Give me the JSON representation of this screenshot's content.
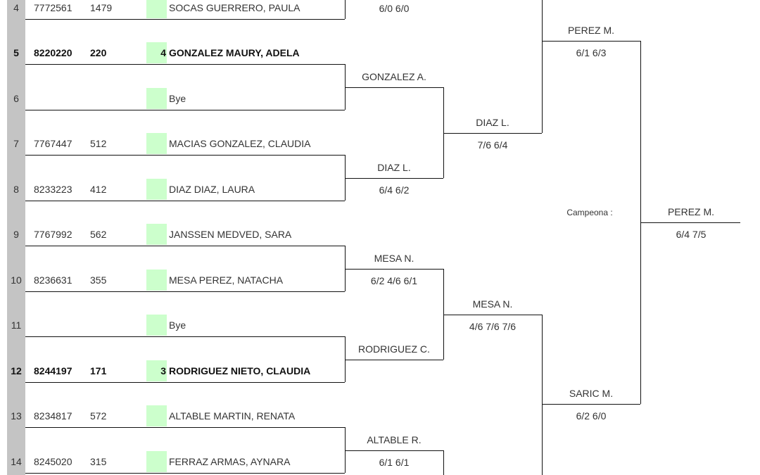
{
  "draw": {
    "players": [
      {
        "num": "4",
        "license": "7772561",
        "ranking": "1479",
        "seed": "",
        "name": "SOCAS GUERRERO, PAULA",
        "bold": false
      },
      {
        "num": "5",
        "license": "8220220",
        "ranking": "220",
        "seed": "4",
        "name": "GONZALEZ MAURY, ADELA",
        "bold": true
      },
      {
        "num": "6",
        "license": "",
        "ranking": "",
        "seed": "",
        "name": "Bye",
        "bold": false
      },
      {
        "num": "7",
        "license": "7767447",
        "ranking": "512",
        "seed": "",
        "name": "MACIAS GONZALEZ, CLAUDIA",
        "bold": false
      },
      {
        "num": "8",
        "license": "8233223",
        "ranking": "412",
        "seed": "",
        "name": "DIAZ DIAZ, LAURA",
        "bold": false
      },
      {
        "num": "9",
        "license": "7767992",
        "ranking": "562",
        "seed": "",
        "name": "JANSSEN MEDVED, SARA",
        "bold": false
      },
      {
        "num": "10",
        "license": "8236631",
        "ranking": "355",
        "seed": "",
        "name": "MESA PEREZ, NATACHA",
        "bold": false
      },
      {
        "num": "11",
        "license": "",
        "ranking": "",
        "seed": "",
        "name": "Bye",
        "bold": false
      },
      {
        "num": "12",
        "license": "8244197",
        "ranking": "171",
        "seed": "3",
        "name": "RODRIGUEZ NIETO, CLAUDIA",
        "bold": true
      },
      {
        "num": "13",
        "license": "8234817",
        "ranking": "572",
        "seed": "",
        "name": "ALTABLE MARTIN, RENATA",
        "bold": false
      },
      {
        "num": "14",
        "license": "8245020",
        "ranking": "315",
        "seed": "",
        "name": "FERRAZ ARMAS, AYNARA",
        "bold": false
      }
    ],
    "round2": [
      {
        "id": "r2-partial",
        "winner": "",
        "score": "6/0 6/0"
      },
      {
        "id": "r2-5-6",
        "winner": "GONZALEZ A.",
        "score": ""
      },
      {
        "id": "r2-7-8",
        "winner": "DIAZ L.",
        "score": "6/4 6/2"
      },
      {
        "id": "r2-9-10",
        "winner": "MESA N.",
        "score": "6/2 4/6 6/1"
      },
      {
        "id": "r2-11-12",
        "winner": "RODRIGUEZ C.",
        "score": ""
      },
      {
        "id": "r2-13-14",
        "winner": "ALTABLE R.",
        "score": "6/1 6/1"
      }
    ],
    "quarterfinals": [
      {
        "id": "qf-upper",
        "winner": "DIAZ L.",
        "score": "7/6 6/4"
      },
      {
        "id": "qf-lower",
        "winner": "MESA N.",
        "score": "4/6 7/6 7/6"
      }
    ],
    "semifinals": [
      {
        "id": "sf-upper",
        "winner": "PEREZ M.",
        "score": "6/1 6/3"
      },
      {
        "id": "sf-lower",
        "winner": "SARIC M.",
        "score": "6/2 6/0"
      }
    ],
    "final": {
      "champion_label": "Campeona :",
      "winner": "PEREZ M.",
      "score": "6/4 7/5"
    }
  }
}
